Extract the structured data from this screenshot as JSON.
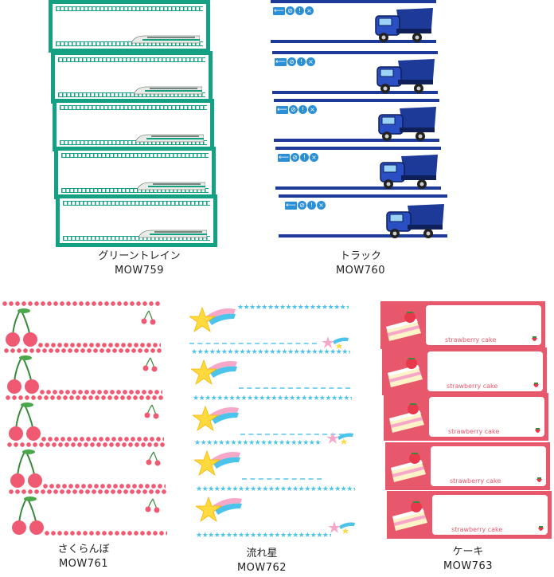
{
  "products": [
    {
      "name": "グリーントレイン",
      "code": "MOW759"
    },
    {
      "name": "トラック",
      "code": "MOW760"
    },
    {
      "name": "さくらんぼ",
      "code": "MOW761"
    },
    {
      "name": "流れ星",
      "code": "MOW762"
    },
    {
      "name": "ケーキ",
      "code": "MOW763"
    }
  ],
  "cake_label_text": "strawberry cake",
  "colors": {
    "train_green": "#13a083",
    "truck_blue": "#1d3a98",
    "cherry_red": "#ef5a72",
    "star_blue": "#4cc3ea",
    "cake_pink": "#e8586c"
  },
  "icons": [
    "train-icon",
    "dump-truck-icon",
    "cherry-icon",
    "shooting-star-icon",
    "cake-slice-icon",
    "strawberry-icon"
  ]
}
